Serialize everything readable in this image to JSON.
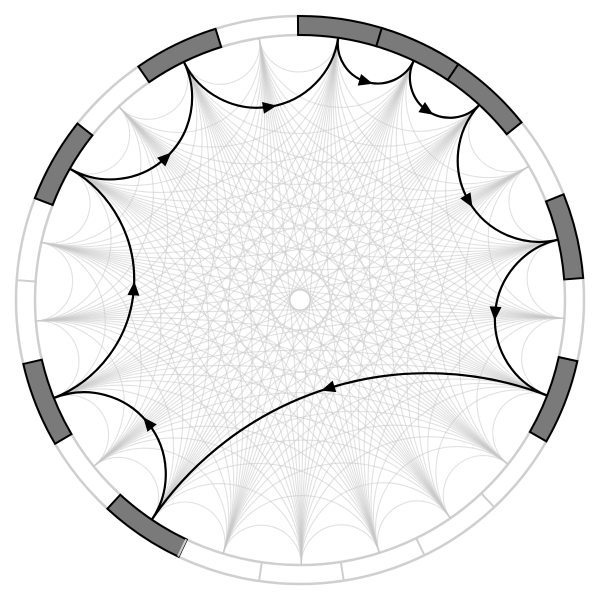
{
  "colors": {
    "background": "#ffffff",
    "ring_stroke": "#cfcfcf",
    "segment_fill": "#ffffff",
    "highlight_fill": "#7a7a7a",
    "highlight_stroke": "#000000",
    "edge_faint": "#c8c8c8",
    "edge_path": "#000000"
  },
  "diagram": {
    "node_count": 21,
    "highlighted_nodes": [
      0,
      2,
      5,
      7,
      9,
      10,
      11,
      13,
      15
    ],
    "highlighted_path": [
      [
        0,
        2
      ],
      [
        2,
        5
      ],
      [
        5,
        7
      ],
      [
        7,
        9
      ],
      [
        9,
        10
      ],
      [
        10,
        11
      ],
      [
        11,
        13
      ],
      [
        13,
        15
      ],
      [
        15,
        0
      ]
    ]
  }
}
